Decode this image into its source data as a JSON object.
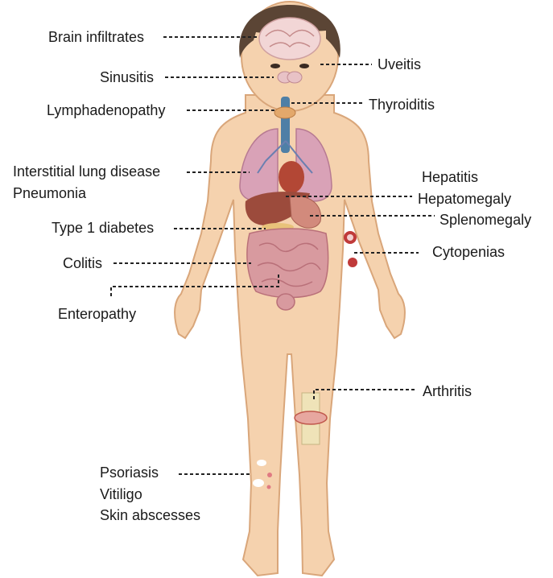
{
  "colors": {
    "skin": "#f5d2ae",
    "skin_outline": "#d9a67a",
    "hair": "#5b4535",
    "lung": "#d9a2b7",
    "intestine": "#d89a9f",
    "liver": "#9c4b3c",
    "trachea": "#4f7fa6",
    "leader": "#222222"
  },
  "labels": [
    {
      "id": "brain",
      "text": "Brain infiltrates"
    },
    {
      "id": "uveitis",
      "text": "Uveitis"
    },
    {
      "id": "sinusitis",
      "text": "Sinusitis"
    },
    {
      "id": "lymph",
      "text": "Lymphadenopathy"
    },
    {
      "id": "thyroiditis",
      "text": "Thyroiditis"
    },
    {
      "id": "ild",
      "text": "Interstitial lung disease"
    },
    {
      "id": "pneumonia",
      "text": "Pneumonia"
    },
    {
      "id": "hepatitis",
      "text": "Hepatitis"
    },
    {
      "id": "hepatomegaly",
      "text": "Hepatomegaly"
    },
    {
      "id": "splenomegaly",
      "text": "Splenomegaly"
    },
    {
      "id": "diabetes",
      "text": "Type 1 diabetes"
    },
    {
      "id": "cytopenias",
      "text": "Cytopenias"
    },
    {
      "id": "colitis",
      "text": "Colitis"
    },
    {
      "id": "enteropathy",
      "text": "Enteropathy"
    },
    {
      "id": "arthritis",
      "text": "Arthritis"
    },
    {
      "id": "psoriasis",
      "text": "Psoriasis"
    },
    {
      "id": "vitiligo",
      "text": "Vitiligo"
    },
    {
      "id": "abscesses",
      "text": "Skin abscesses"
    }
  ]
}
